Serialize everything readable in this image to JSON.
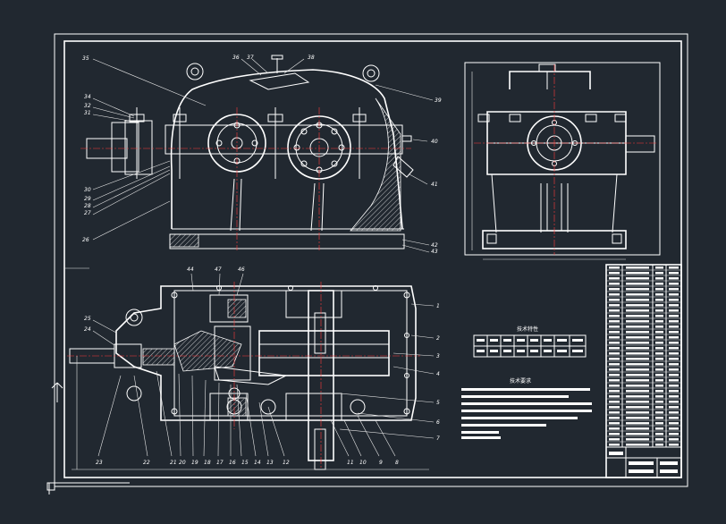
{
  "front_view": {
    "labels": [
      "35",
      "36",
      "37",
      "38",
      "39",
      "34",
      "32",
      "31",
      "40",
      "30",
      "29",
      "28",
      "27",
      "41",
      "26",
      "42",
      "43"
    ]
  },
  "plan_view": {
    "top_labels": [
      "44",
      "47",
      "46"
    ],
    "right_labels": [
      "1",
      "2",
      "3",
      "4",
      "5",
      "6",
      "7"
    ],
    "left_labels": [
      "25",
      "24"
    ],
    "bottom_labels": [
      "23",
      "22",
      "21",
      "20",
      "19",
      "18",
      "17",
      "16",
      "15",
      "14",
      "13",
      "12",
      "11",
      "10",
      "9",
      "8"
    ]
  },
  "spec_table": {
    "title": "技术特性"
  },
  "tech_requirements": {
    "title": "技术要求"
  },
  "colors": {
    "background": "#212830",
    "lines": "#ffffff",
    "centerlines": "#ff3b3b"
  }
}
